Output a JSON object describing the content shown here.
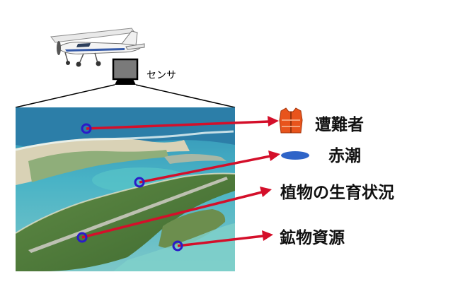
{
  "sensor": {
    "label": "センサ"
  },
  "targets": [
    {
      "id": "survivors",
      "label": "遭難者",
      "icon": "life-vest-icon"
    },
    {
      "id": "red-tide",
      "label": "赤潮",
      "icon": "red-tide-ellipse-icon"
    },
    {
      "id": "vegetation",
      "label": "植物の生育状況",
      "icon": ""
    },
    {
      "id": "minerals",
      "label": "鉱物資源",
      "icon": ""
    }
  ],
  "colors": {
    "arrow": "#d40f2a",
    "marker": "#2a1cc8",
    "sensor_body": "#7a7a7a",
    "life_vest": "#e8541c",
    "red_tide_ellipse": "#2e64c8",
    "sea": "#3aa4bf",
    "land": "#4f7a3a"
  }
}
